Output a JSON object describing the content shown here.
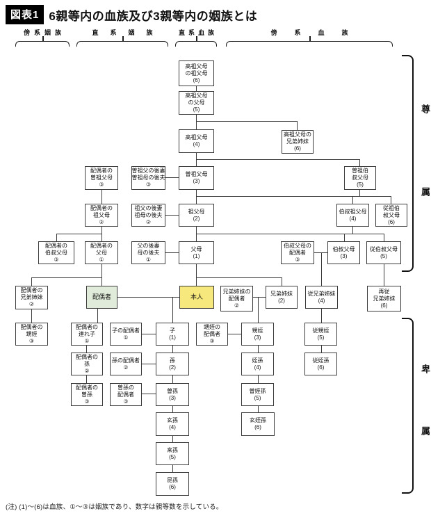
{
  "title": {
    "tag": "図表1",
    "text": "6親等内の血族及び3親等内の姻族とは"
  },
  "headers": [
    {
      "id": "collateral-affinity",
      "label": "傍系姻族"
    },
    {
      "id": "direct-affinity",
      "label": "直系姻族"
    },
    {
      "id": "direct-blood",
      "label": "直系血族"
    },
    {
      "id": "collateral-blood",
      "label": "傍系血族"
    }
  ],
  "side_labels": {
    "ascendants": "尊属",
    "descendants": "卑属"
  },
  "note": "(注)  (1)～(6)は血族、①～③は姻族であり、数字は親等数を示している。",
  "colors": {
    "self_bg": "#f6e87c",
    "spouse_bg": "#e0ebd9",
    "line": "#3a3a3a",
    "box_border": "#3a3a3a",
    "title_bg": "#000000"
  },
  "nodes": [
    {
      "id": "kosofubo-no-sofubo",
      "kind": "blood",
      "lines": [
        "高祖父母",
        "の祖父母",
        "(6)"
      ]
    },
    {
      "id": "kosofubo-no-fubo",
      "kind": "blood",
      "lines": [
        "高祖父母",
        "の父母",
        "(5)"
      ]
    },
    {
      "id": "kosofubo",
      "kind": "blood",
      "lines": [
        "高祖父母",
        "(4)"
      ]
    },
    {
      "id": "kosofubo-no-kyodaishimai",
      "kind": "blood",
      "lines": [
        "高祖父母の",
        "兄弟姉妹",
        "(6)"
      ]
    },
    {
      "id": "sosofubo",
      "kind": "blood",
      "lines": [
        "曽祖父母",
        "(3)"
      ]
    },
    {
      "id": "sofubo",
      "kind": "blood",
      "lines": [
        "祖父母",
        "(2)"
      ]
    },
    {
      "id": "fubo",
      "kind": "blood",
      "lines": [
        "父母",
        "(1)"
      ]
    },
    {
      "id": "honnin",
      "kind": "self",
      "lines": [
        "本人"
      ]
    },
    {
      "id": "soso-ojioba",
      "kind": "blood",
      "lines": [
        "曽祖伯",
        "叔父母",
        "(5)"
      ]
    },
    {
      "id": "ojiso-fubo",
      "kind": "blood",
      "lines": [
        "伯叔祖父母",
        "(4)"
      ]
    },
    {
      "id": "juso-ojioba",
      "kind": "blood",
      "lines": [
        "従祖伯",
        "叔父母",
        "(6)"
      ]
    },
    {
      "id": "ojioba-no-haigusha",
      "kind": "affinity",
      "lines": [
        "伯叔父母の",
        "配偶者",
        "③"
      ]
    },
    {
      "id": "ojioba",
      "kind": "blood",
      "lines": [
        "伯叔父母",
        "(3)"
      ]
    },
    {
      "id": "ju-ojioba",
      "kind": "blood",
      "lines": [
        "従伯叔父母",
        "(5)"
      ]
    },
    {
      "id": "soso-step",
      "kind": "affinity",
      "lines": [
        "曽祖父の後妻",
        "曽祖母の後夫",
        "③"
      ]
    },
    {
      "id": "so-step",
      "kind": "affinity",
      "lines": [
        "祖父の後妻",
        "祖母の後夫",
        "②"
      ]
    },
    {
      "id": "fu-step",
      "kind": "affinity",
      "lines": [
        "父の後妻",
        "母の後夫",
        "①"
      ]
    },
    {
      "id": "haigusha-no-sosofubo",
      "kind": "affinity",
      "lines": [
        "配偶者の",
        "曽祖父母",
        "③"
      ]
    },
    {
      "id": "haigusha-no-sofubo",
      "kind": "affinity",
      "lines": [
        "配偶者の",
        "祖父母",
        "②"
      ]
    },
    {
      "id": "haigusha-no-fubo",
      "kind": "affinity",
      "lines": [
        "配偶者の",
        "父母",
        "①"
      ]
    },
    {
      "id": "haigusha-no-ojioba",
      "kind": "affinity",
      "lines": [
        "配偶者の",
        "伯叔父母",
        "③"
      ]
    },
    {
      "id": "haigusha",
      "kind": "spouse",
      "lines": [
        "配偶者"
      ]
    },
    {
      "id": "haigusha-no-kyodaishimai",
      "kind": "affinity",
      "lines": [
        "配偶者の",
        "兄弟姉妹",
        "②"
      ]
    },
    {
      "id": "haigusha-no-oimei",
      "kind": "affinity",
      "lines": [
        "配偶者の",
        "甥姪",
        "③"
      ]
    },
    {
      "id": "haigusha-no-tsurego",
      "kind": "affinity",
      "lines": [
        "配偶者の",
        "連れ子",
        "①"
      ]
    },
    {
      "id": "haigusha-no-mago",
      "kind": "affinity",
      "lines": [
        "配偶者の",
        "孫",
        "②"
      ]
    },
    {
      "id": "haigusha-no-himago",
      "kind": "affinity",
      "lines": [
        "配偶者の",
        "曽孫",
        "③"
      ]
    },
    {
      "id": "ko-no-haigusha",
      "kind": "affinity",
      "lines": [
        "子の配偶者",
        "①"
      ]
    },
    {
      "id": "mago-no-haigusha",
      "kind": "affinity",
      "lines": [
        "孫の配偶者",
        "②"
      ]
    },
    {
      "id": "himago-no-haigusha",
      "kind": "affinity",
      "lines": [
        "曽孫の",
        "配偶者",
        "③"
      ]
    },
    {
      "id": "ko",
      "kind": "blood",
      "lines": [
        "子",
        "(1)"
      ]
    },
    {
      "id": "mago",
      "kind": "blood",
      "lines": [
        "孫",
        "(2)"
      ]
    },
    {
      "id": "himago",
      "kind": "blood",
      "lines": [
        "曽孫",
        "(3)"
      ]
    },
    {
      "id": "yashago",
      "kind": "blood",
      "lines": [
        "玄孫",
        "(4)"
      ]
    },
    {
      "id": "raison",
      "kind": "blood",
      "lines": [
        "来孫",
        "(5)"
      ]
    },
    {
      "id": "konson",
      "kind": "blood",
      "lines": [
        "昆孫",
        "(6)"
      ]
    },
    {
      "id": "kyodaishimai-no-haigusha",
      "kind": "affinity",
      "lines": [
        "兄弟姉妹の",
        "配偶者",
        "②"
      ]
    },
    {
      "id": "kyodaishimai",
      "kind": "blood",
      "lines": [
        "兄弟姉妹",
        "(2)"
      ]
    },
    {
      "id": "ju-kyodaishimai",
      "kind": "blood",
      "lines": [
        "従兄弟姉妹",
        "(4)"
      ]
    },
    {
      "id": "saiju-kyodaishimai",
      "kind": "blood",
      "lines": [
        "再従",
        "兄弟姉妹",
        "(6)"
      ]
    },
    {
      "id": "oimei-no-haigusha",
      "kind": "affinity",
      "lines": [
        "甥姪の",
        "配偶者",
        "③"
      ]
    },
    {
      "id": "oimei",
      "kind": "blood",
      "lines": [
        "甥姪",
        "(3)"
      ]
    },
    {
      "id": "tesson",
      "kind": "blood",
      "lines": [
        "姪孫",
        "(4)"
      ]
    },
    {
      "id": "so-tesson",
      "kind": "blood",
      "lines": [
        "曽姪孫",
        "(5)"
      ]
    },
    {
      "id": "gen-tesson",
      "kind": "blood",
      "lines": [
        "玄姪孫",
        "(6)"
      ]
    },
    {
      "id": "ju-oimei",
      "kind": "blood",
      "lines": [
        "従甥姪",
        "(5)"
      ]
    },
    {
      "id": "ju-tesson",
      "kind": "blood",
      "lines": [
        "従姪孫",
        "(6)"
      ]
    }
  ]
}
